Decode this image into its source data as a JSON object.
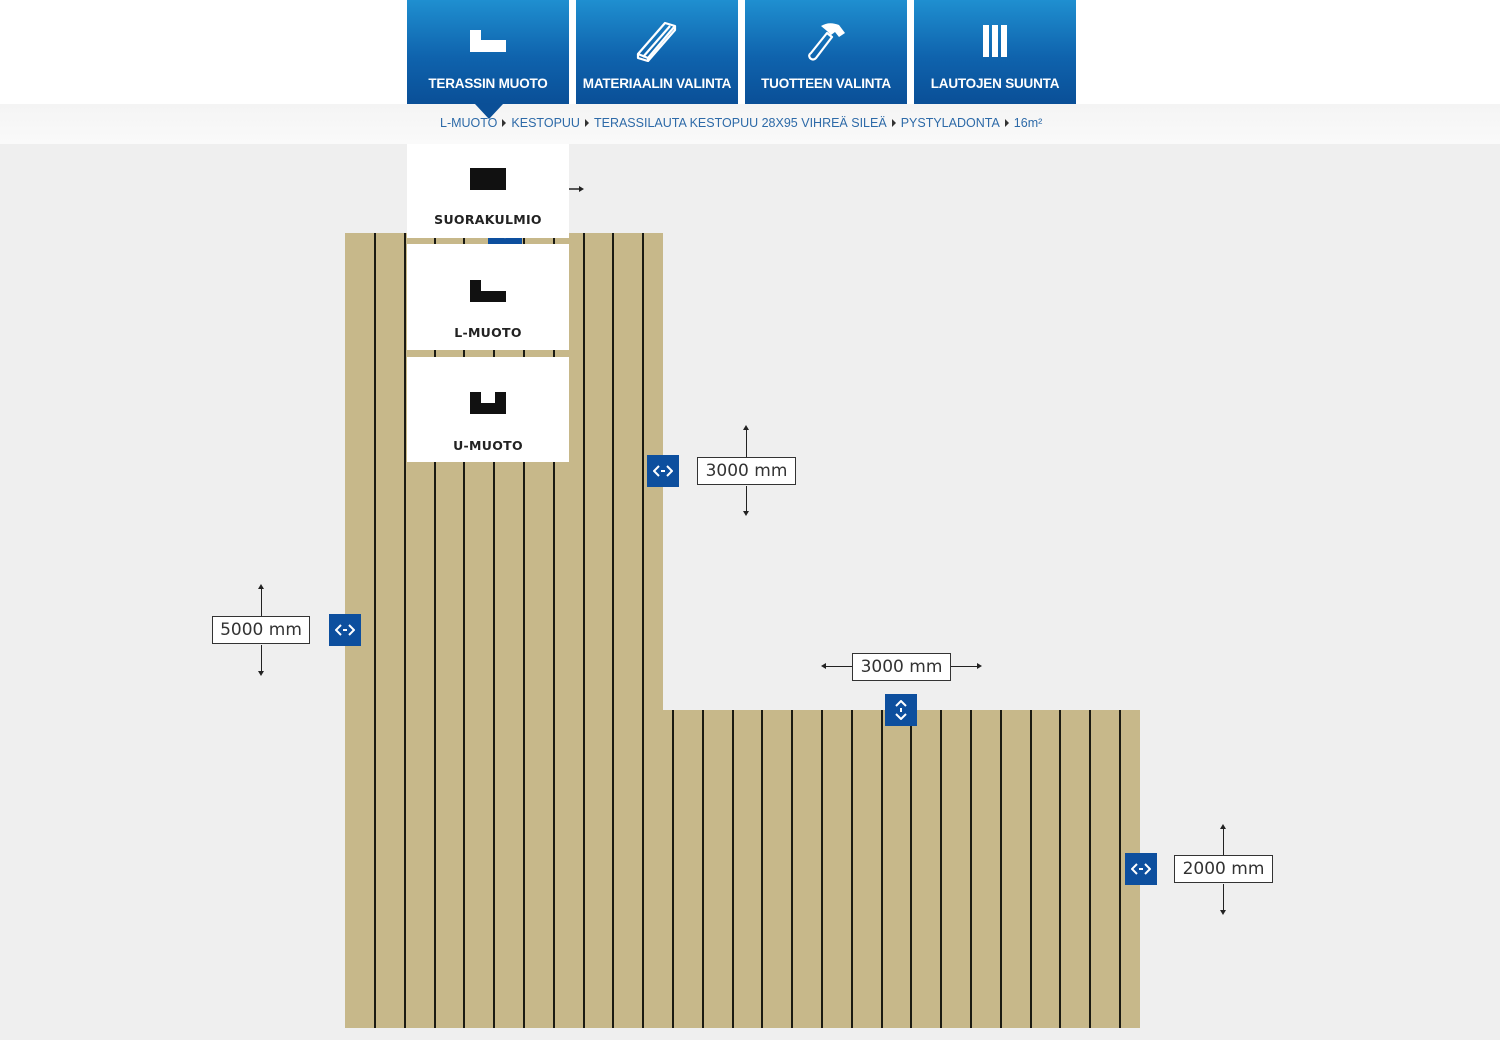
{
  "nav": {
    "tabs": [
      {
        "label": "TERASSIN MUOTO",
        "icon": "l-shape-icon",
        "active": true
      },
      {
        "label": "MATERIAALIN VALINTA",
        "icon": "planks-icon",
        "active": false
      },
      {
        "label": "TUOTTEEN VALINTA",
        "icon": "hammer-icon",
        "active": false
      },
      {
        "label": "LAUTOJEN SUUNTA",
        "icon": "vertical-boards-icon",
        "active": false
      }
    ]
  },
  "breadcrumb": {
    "items": [
      "L-MUOTO",
      "KESTOPUU",
      "TERASSILAUTA KESTOPUU 28X95 VIHREÄ SILEÄ",
      "PYSTYLADONTA",
      "16m²"
    ]
  },
  "shape_menu": {
    "options": [
      {
        "label": "SUORAKULMIO",
        "icon": "rectangle-shape-icon"
      },
      {
        "label": "L-MUOTO",
        "icon": "l-shape-icon"
      },
      {
        "label": "U-MUOTO",
        "icon": "u-shape-icon"
      }
    ]
  },
  "dimensions": {
    "left_height": "5000 mm",
    "upper_right_height": "3000 mm",
    "lower_width": "3000 mm",
    "lower_right_height": "2000 mm"
  },
  "colors": {
    "accent": "#0d4f9e",
    "deck": "#c7b88a",
    "plank_gap": "#1a1a12",
    "background": "#efefef"
  }
}
